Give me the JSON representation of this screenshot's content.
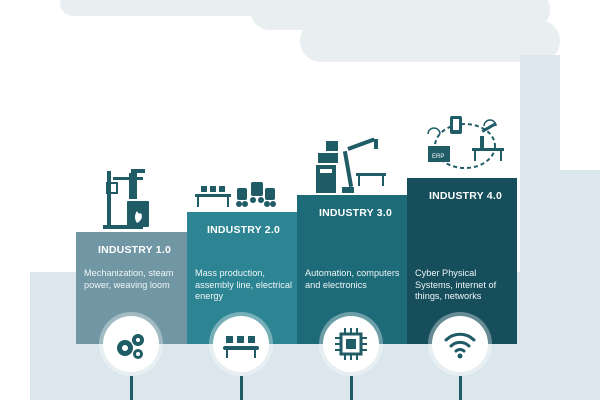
{
  "stages": [
    {
      "title": "INDUSTRY 1.0",
      "description": "Mechanization, steam power, weaving loom",
      "icon": "gears-icon",
      "color": "#7197a4"
    },
    {
      "title": "INDUSTRY 2.0",
      "description": "Mass production, assembly line, electrical energy",
      "icon": "assembly-line-icon",
      "color": "#2d8593"
    },
    {
      "title": "INDUSTRY 3.0",
      "description": "Automation, computers and electronics",
      "icon": "microchip-icon",
      "color": "#1d6a78"
    },
    {
      "title": "INDUSTRY 4.0",
      "description": "Cyber Physical Systems, internet of things, networks",
      "icon": "wifi-icon",
      "color": "#164e5b"
    }
  ],
  "illustration": {
    "erp_label": "ERP",
    "illustration_icons": [
      "steam-engine-icon",
      "conveyor-robots-icon",
      "robotic-arm-icon",
      "connected-factory-icon"
    ]
  },
  "colors": {
    "background_factory": "#dbe7ec",
    "cloud": "#e9eef1",
    "icon_dark": "#1f5c66"
  }
}
